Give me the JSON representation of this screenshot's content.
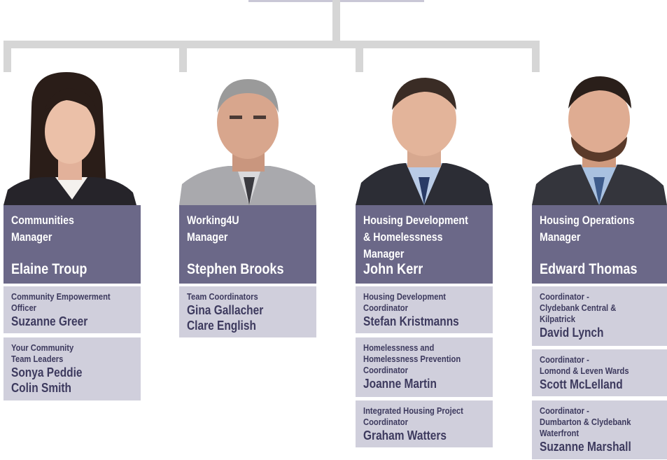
{
  "managers": [
    {
      "role_lines": [
        "Communities",
        "Manager"
      ],
      "name": "Elaine Troup",
      "reports": [
        {
          "role_lines": [
            "Community Empowerment",
            "Officer"
          ],
          "names": [
            "Suzanne Greer"
          ]
        },
        {
          "role_lines": [
            "Your Community",
            "Team Leaders"
          ],
          "names": [
            "Sonya Peddie",
            "Colin Smith"
          ]
        }
      ]
    },
    {
      "role_lines": [
        "Working4U",
        "Manager"
      ],
      "name": "Stephen Brooks",
      "reports": [
        {
          "role_lines": [
            "Team Coordinators"
          ],
          "names": [
            "Gina Gallacher",
            "Clare English"
          ]
        }
      ]
    },
    {
      "role_lines": [
        "Housing Development",
        "& Homelessness",
        "Manager"
      ],
      "name": "John Kerr",
      "reports": [
        {
          "role_lines": [
            "Housing Development",
            "Coordinator"
          ],
          "names": [
            "Stefan Kristmanns"
          ]
        },
        {
          "role_lines": [
            "Homelessness and",
            "Homelessness Prevention",
            "Coordinator"
          ],
          "names": [
            "Joanne Martin"
          ]
        },
        {
          "role_lines": [
            "Integrated Housing Project",
            "Coordinator"
          ],
          "names": [
            "Graham Watters"
          ]
        }
      ]
    },
    {
      "role_lines": [
        "Housing Operations",
        "Manager"
      ],
      "name": "Edward Thomas",
      "reports": [
        {
          "role_lines": [
            "Coordinator -",
            "Clydebank Central &",
            "Kilpatrick"
          ],
          "names": [
            "David Lynch"
          ]
        },
        {
          "role_lines": [
            "Coordinator -",
            "Lomond & Leven Wards"
          ],
          "names": [
            "Scott McLelland"
          ]
        },
        {
          "role_lines": [
            "Coordinator -",
            "Dumbarton & Clydebank",
            "Waterfront"
          ],
          "names": [
            "Suzanne Marshall"
          ]
        }
      ]
    }
  ]
}
